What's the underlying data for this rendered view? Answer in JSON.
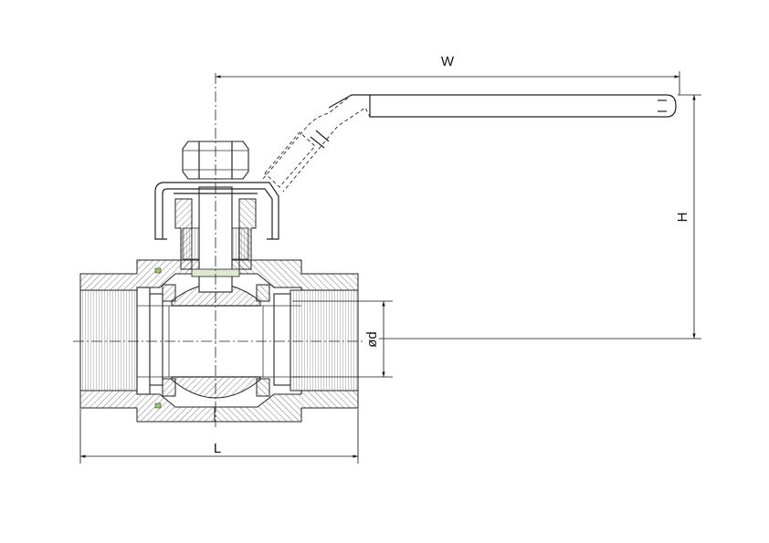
{
  "drawing": {
    "labels": {
      "width": "W",
      "height": "H",
      "length": "L",
      "bore": "ød"
    }
  }
}
